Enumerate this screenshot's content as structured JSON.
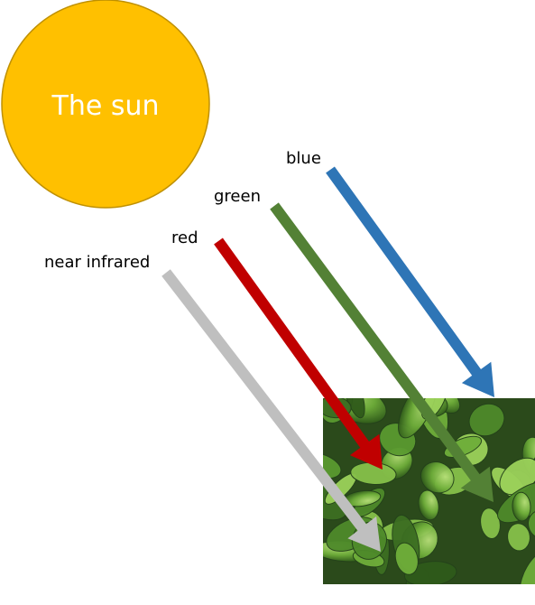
{
  "sun": {
    "label": "The sun",
    "fill_color": "#FFC000",
    "stroke_color": "#BF9000",
    "text_color": "#FFFFFF"
  },
  "rays": [
    {
      "label": "blue",
      "color": "#2E75B6"
    },
    {
      "label": "green",
      "color": "#538135"
    },
    {
      "label": "red",
      "color": "#C00000"
    },
    {
      "label": "near infrared",
      "color": "#BFBFBF"
    }
  ],
  "plant": {
    "subject": "basil leaves",
    "leaf_light": "#8CC63F",
    "leaf_dark": "#2F5A1A"
  }
}
